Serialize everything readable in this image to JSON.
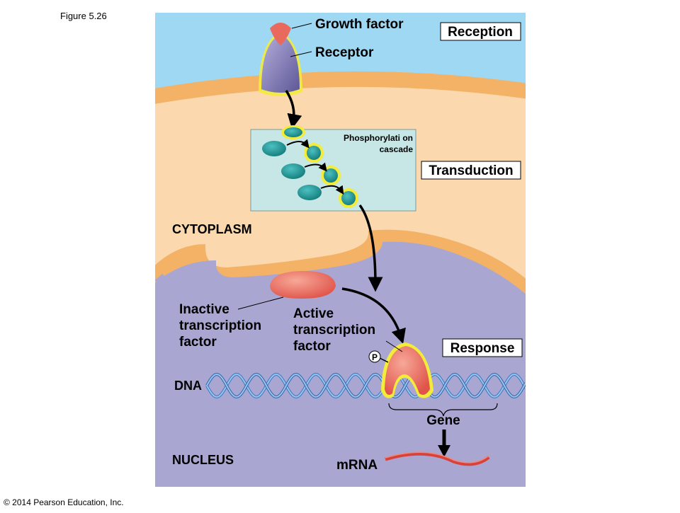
{
  "figure_label": "Figure 5.26",
  "copyright": "© 2014 Pearson Education, Inc.",
  "stages": {
    "reception": "Reception",
    "transduction": "Transduction",
    "response": "Response"
  },
  "labels": {
    "growth_factor": "Growth factor",
    "receptor": "Receptor",
    "phosphorylation_line1": "Phosphorylati on",
    "phosphorylation_line2": "cascade",
    "cytoplasm": "CYTOPLASM",
    "inactive_tf_line1": "Inactive",
    "inactive_tf_line2": "transcription",
    "inactive_tf_line3": "factor",
    "active_tf_line1": "Active",
    "active_tf_line2": "transcription",
    "active_tf_line3": "factor",
    "phosphate": "P",
    "dna": "DNA",
    "gene": "Gene",
    "nucleus": "NUCLEUS",
    "mrna": "mRNA"
  },
  "colors": {
    "extracellular": "#9fd8f2",
    "membrane": "#f3b266",
    "cytoplasm": "#fbd8ad",
    "nucleus": "#a9a7d2",
    "cascade_box": "#c7e6e6",
    "kinase": "#1e9a9a",
    "highlight": "#f3ec3a",
    "transcription_factor": "#ec6c5e",
    "receptor": "#7d77b4",
    "dna_strand": "#3a78c3",
    "mrna": "#d9423a"
  }
}
